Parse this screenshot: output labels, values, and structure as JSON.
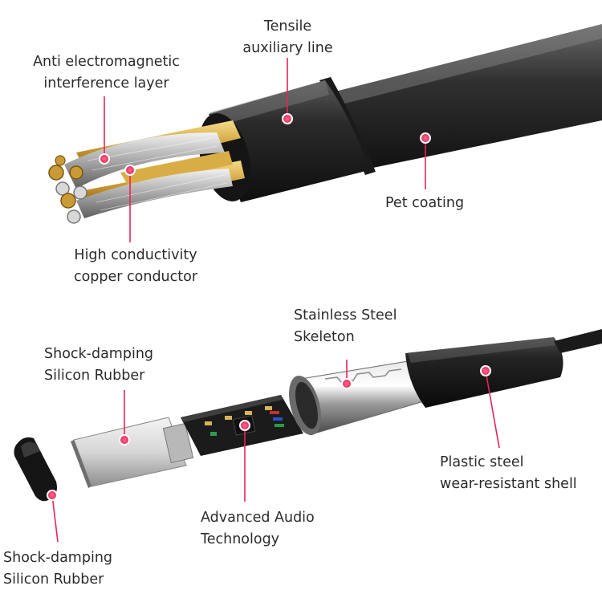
{
  "accent_color": "#e8245a",
  "callouts": {
    "tensile": {
      "line1": "Tensile",
      "line2": "auxiliary line"
    },
    "emi": {
      "line1": "Anti electromagnetic",
      "line2": "interference layer"
    },
    "pet": {
      "line1": "Pet coating"
    },
    "copper": {
      "line1": "High conductivity",
      "line2": "copper conductor"
    },
    "skeleton": {
      "line1": "Stainless Steel",
      "line2": "Skeleton"
    },
    "rubber_top": {
      "line1": "Shock-damping",
      "line2": "Silicon Rubber"
    },
    "shell": {
      "line1": "Plastic steel",
      "line2": "wear-resistant shell"
    },
    "audio": {
      "line1": "Advanced Audio",
      "line2": "Technology"
    },
    "rubber_bottom": {
      "line1": "Shock-damping",
      "line2": "Silicon Rubber"
    }
  }
}
